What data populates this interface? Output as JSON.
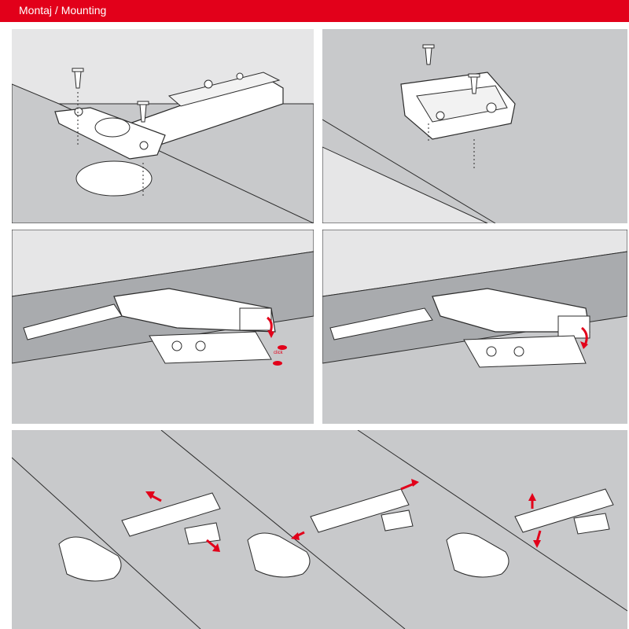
{
  "header": {
    "title": "Montaj / Mounting"
  },
  "colors": {
    "accent": "#e2001a",
    "panel_bg": "#c8c9cb",
    "surface": "#a9abae",
    "light_surface": "#e6e6e7",
    "hardware": "#ffffff",
    "outline": "#2b2b2b"
  },
  "panels": [
    {
      "name": "step-1",
      "icons": [
        "screw-icon",
        "screw-icon"
      ]
    },
    {
      "name": "step-2",
      "icons": [
        "screw-icon",
        "screw-icon"
      ]
    },
    {
      "name": "step-3",
      "note": "click",
      "icons": [
        "clip-on-arrow-icon"
      ]
    },
    {
      "name": "step-4",
      "icons": [
        "clip-on-arrow-icon"
      ]
    },
    {
      "name": "step-5",
      "icons": [
        "depth-adjust-arrow-icon",
        "side-adjust-arrow-icon",
        "height-adjust-arrow-icon"
      ]
    }
  ]
}
